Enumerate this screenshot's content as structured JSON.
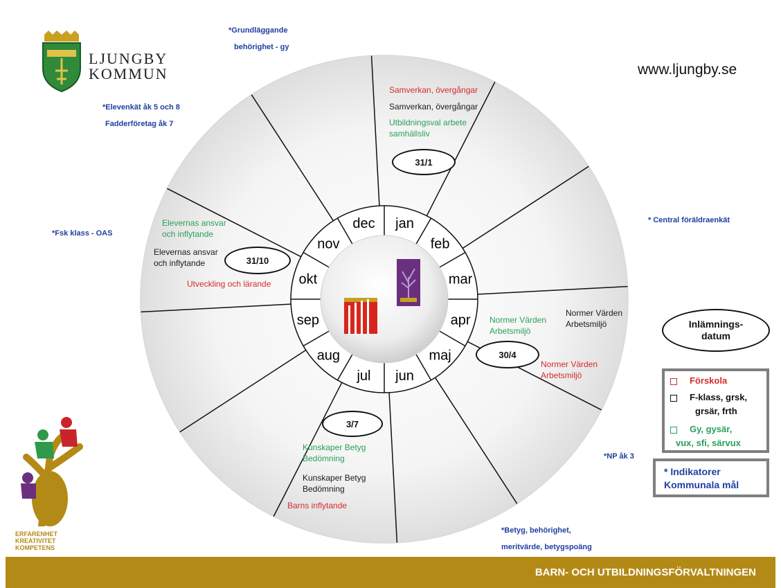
{
  "header": {
    "municipality_line1": "LJUNGBY",
    "municipality_line2": "KOMMUN",
    "website": "www.ljungby.se"
  },
  "wheel": {
    "months": [
      "jan",
      "feb",
      "mar",
      "apr",
      "maj",
      "jun",
      "jul",
      "aug",
      "sep",
      "okt",
      "nov",
      "dec"
    ]
  },
  "annotations": {
    "grundlaggande_1": "*Grundläggande",
    "grundlaggande_2": "behörighet - gy",
    "elevenkat_1": "*Elevenkät åk 5 och 8",
    "elevenkat_2": "Fadderföretag åk 7",
    "fsk": "*Fsk klass - OAS",
    "central": "* Central föräldraenkät",
    "np": "*NP åk 3",
    "betyg_1": "*Betyg, behörighet,",
    "betyg_2": "meritvärde, betygspoäng"
  },
  "segments": {
    "jan_red": "Samverkan, övergångar",
    "jan_black": "Samverkan, övergångar",
    "jan_green_1": "Utbildningsval arbete",
    "jan_green_2": "samhällsliv",
    "nov_green_1": "Elevernas ansvar",
    "nov_green_2": "och inflytande",
    "nov_black_1": "Elevernas ansvar",
    "nov_black_2": "och inflytande",
    "okt_red": "Utveckling och lärande",
    "apr_green_1": "Normer Värden",
    "apr_green_2": "Arbetsmiljö",
    "apr_black_1": "Normer Värden",
    "apr_black_2": "Arbetsmiljö",
    "maj_red_1": "Normer Värden",
    "maj_red_2": "Arbetsmiljö",
    "jul_green_1": "Kunskaper Betyg",
    "jul_green_2": "Bedömning",
    "jul_black_1": "Kunskaper Betyg",
    "jul_black_2": "Bedömning",
    "jul_red": "Barns inflytande"
  },
  "dates": {
    "jan": "31/1",
    "okt": "31/10",
    "apr": "30/4",
    "jul": "3/7"
  },
  "inlamning": {
    "line1": "Inlämnings-",
    "line2": "datum"
  },
  "legend": {
    "forskola": "Förskola",
    "fklass_1": "F-klass,  grsk,",
    "fklass_2": "grsär, frth",
    "gy_1": "Gy, gysär,",
    "gy_2": "vux, sfi, särvux"
  },
  "indicator": {
    "line1": "*  Indikatorer",
    "line2": "Kommunala mål"
  },
  "side_logo": {
    "line1": "ERFARENHET",
    "line2": "KREATIVITET",
    "line3": "KOMPETENS"
  },
  "footer": {
    "title": "BARN- OCH UTBILDNINGSFÖRVALTNINGEN"
  },
  "colors": {
    "accent_blue": "#1f3f9f",
    "red": "#d42c2c",
    "green": "#2aa05a",
    "footer_gold": "#b48a16",
    "legend_border": "#7f7f7f"
  }
}
